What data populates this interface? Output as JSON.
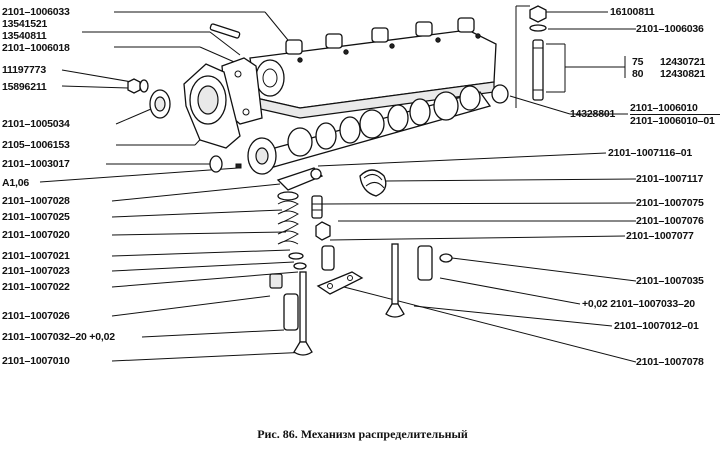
{
  "caption": "Рис. 86. Механизм распределительный",
  "labels_left": {
    "l1": "2101–1006033",
    "l2": "13541521",
    "l3": "13540811",
    "l4": "2101–1006018",
    "l5": "11197773",
    "l6": "15896211",
    "l7": "2101–1005034",
    "l8": "2105–1006153",
    "l9": "2101–1003017",
    "l10": "A1,06",
    "l11": "2101–1007028",
    "l12": "2101–1007025",
    "l13": "2101–1007020",
    "l14": "2101–1007021",
    "l15": "2101–1007023",
    "l16": "2101–1007022",
    "l17": "2101–1007026",
    "l18": "2101–1007032–20 +0,02",
    "l19": "2101–1007010"
  },
  "labels_right": {
    "r1": "16100811",
    "r2": "2101–1006036",
    "r3a": "75",
    "r3b": "12430721",
    "r4a": "80",
    "r4b": "12430821",
    "r5": "14328801",
    "r6": "2101–1006010",
    "r7": "2101–1006010–01",
    "r8": "2101–1007116–01",
    "r9": "2101–1007117",
    "r10": "2101–1007075",
    "r11": "2101–1007076",
    "r12": "2101–1007077",
    "r13": "2101–1007035",
    "r14": "+0,02 2101–1007033–20",
    "r15": "2101–1007012–01",
    "r16": "2101–1007078"
  }
}
